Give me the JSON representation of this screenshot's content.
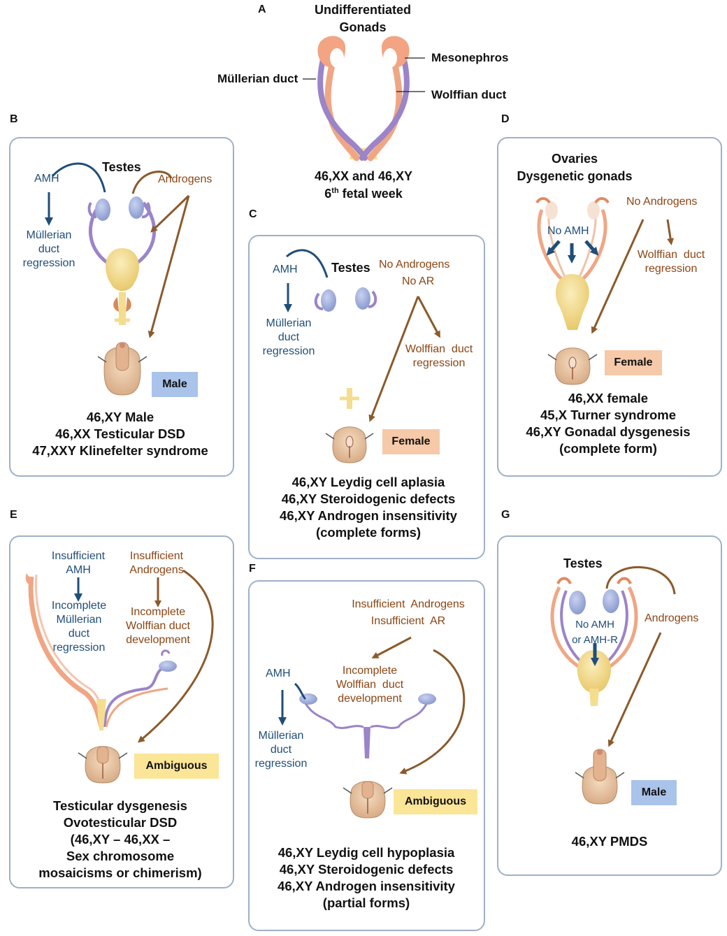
{
  "panels": {
    "A": {
      "letter": "A",
      "title_line1": "Undifferentiated",
      "title_line2": "Gonads",
      "mesonephros": "Mesonephros",
      "mullerian": "Müllerian duct",
      "wolffian": "Wolffian duct",
      "caption_line1": "46,XX and 46,XY",
      "caption_week": "6",
      "caption_sup": "th",
      "caption_rest": " fetal week"
    },
    "B": {
      "letter": "B",
      "testes": "Testes",
      "amh": "AMH",
      "androgens": "Androgens",
      "mullerian_line1": "Müllerian",
      "mullerian_line2": "duct",
      "mullerian_line3": "regression",
      "badge": "Male",
      "captions": [
        "46,XY Male",
        "46,XX Testicular DSD",
        "47,XXY Klinefelter syndrome"
      ]
    },
    "C": {
      "letter": "C",
      "testes": "Testes",
      "amh": "AMH",
      "no_androgens": "No Androgens",
      "no_ar": "No AR",
      "mullerian_line1": "Müllerian",
      "mullerian_line2": "duct",
      "mullerian_line3": "regression",
      "wolffian_line1": "Wolffian  duct",
      "wolffian_line2": "regression",
      "badge": "Female",
      "captions": [
        "46,XY Leydig cell aplasia",
        "46,XY Steroidogenic defects",
        "46,XY Androgen insensitivity",
        "(complete forms)"
      ]
    },
    "D": {
      "letter": "D",
      "title_line1": "Ovaries",
      "title_line2": "Dysgenetic gonads",
      "no_androgens": "No Androgens",
      "no_amh": "No AMH",
      "wolffian_line1": "Wolffian  duct",
      "wolffian_line2": "regression",
      "badge": "Female",
      "captions": [
        "46,XX female",
        "45,X Turner syndrome",
        "46,XY Gonadal dysgenesis",
        "(complete form)"
      ]
    },
    "E": {
      "letter": "E",
      "insuff_amh_line1": "Insufficient",
      "insuff_amh_line2": "AMH",
      "insuff_andro_line1": "Insufficient",
      "insuff_andro_line2": "Androgens",
      "incomplete_mul_line1": "Incomplete",
      "incomplete_mul_line2": "Müllerian",
      "incomplete_mul_line3": "duct",
      "incomplete_mul_line4": "regression",
      "incomplete_wol_line1": "Incomplete",
      "incomplete_wol_line2": "Wolffian duct",
      "incomplete_wol_line3": "development",
      "badge": "Ambiguous",
      "captions": [
        "Testicular dysgenesis",
        "Ovotesticular DSD",
        "(46,XY – 46,XX –",
        "Sex chromosome",
        "mosaicisms or chimerism)"
      ]
    },
    "F": {
      "letter": "F",
      "insuff_andro": "Insufficient  Androgens",
      "insuff_ar": "Insufficient  AR",
      "amh": "AMH",
      "incomplete_line1": "Incomplete",
      "incomplete_line2": "Wolffian  duct",
      "incomplete_line3": "development",
      "mullerian_line1": "Müllerian",
      "mullerian_line2": "duct",
      "mullerian_line3": "regression",
      "badge": "Ambiguous",
      "captions": [
        "46,XY Leydig cell hypoplasia",
        "46,XY Steroidogenic defects",
        "46,XY Androgen insensitivity",
        "(partial forms)"
      ]
    },
    "G": {
      "letter": "G",
      "testes": "Testes",
      "androgens": "Androgens",
      "no_amh_line1": "No AMH",
      "no_amh_line2": "or AMH-R",
      "badge": "Male",
      "captions": [
        "46,XY PMDS"
      ]
    }
  },
  "colors": {
    "blue_text": "#1f4e79",
    "brown_text": "#8b4513",
    "arrow_blue": "#1f4e79",
    "arrow_brown": "#8b5a2b",
    "duct_purple": "#9b84c8",
    "duct_orange": "#f0a684",
    "gonad": "#a3b1dc",
    "uterus": "#f4dd8f",
    "skin": "#e9c9a6",
    "panel_border": "#9fb0c8",
    "badge_male": "#a9c3ea",
    "badge_female": "#f6c9a8",
    "badge_ambiguous": "#fbe596"
  }
}
